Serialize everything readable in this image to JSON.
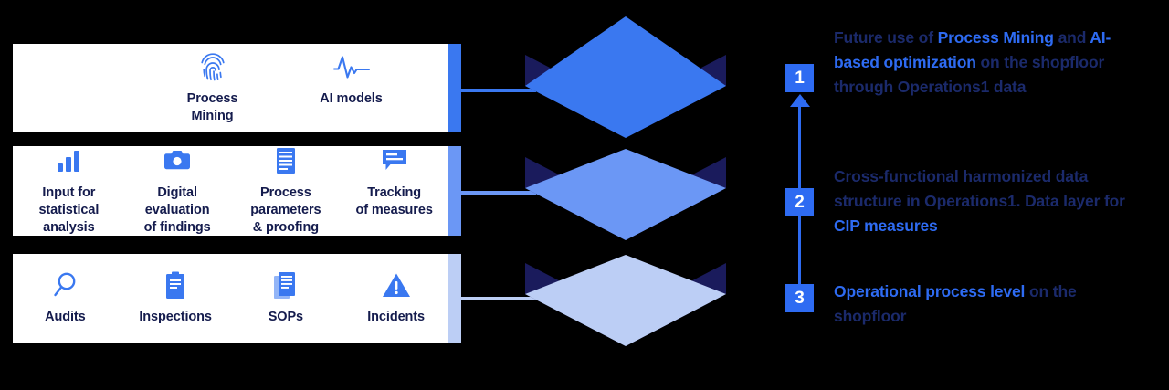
{
  "background_color": "#000000",
  "palette": {
    "accent_blue": "#2E6BF2",
    "layer_top": "#3A78F0",
    "layer_mid": "#6B97F5",
    "layer_bottom": "#BCCEF5",
    "layer_side_dark": "#1A1B5C",
    "card_bg": "#FFFFFF",
    "text_navy": "#1B2A6B",
    "badge_text": "#FFFFFF"
  },
  "cards": [
    {
      "id": "card-process-intelligence",
      "accent_color": "#3A78F0",
      "tiles": [
        {
          "icon": "fingerprint-icon",
          "label": "Process\nMining",
          "label_line1": "Process",
          "label_line2": "Mining"
        },
        {
          "icon": "pulse-waveform-icon",
          "label": "AI models",
          "label_line1": "AI models",
          "label_line2": ""
        }
      ]
    },
    {
      "id": "card-data-layer",
      "accent_color": "#6B97F5",
      "tiles": [
        {
          "icon": "bar-chart-icon",
          "label_line1": "Input for",
          "label_line2": "statistical",
          "label_line3": "analysis"
        },
        {
          "icon": "camera-icon",
          "label_line1": "Digital",
          "label_line2": "evaluation",
          "label_line3": "of findings"
        },
        {
          "icon": "document-lines-icon",
          "label_line1": "Process",
          "label_line2": "parameters",
          "label_line3": "& proofing"
        },
        {
          "icon": "speech-bubble-icon",
          "label_line1": "Tracking",
          "label_line2": "of measures",
          "label_line3": ""
        }
      ]
    },
    {
      "id": "card-operational-process",
      "accent_color": "#BCCEF5",
      "tiles": [
        {
          "icon": "magnifier-icon",
          "label_line1": "Audits",
          "label_line2": "",
          "label_line3": ""
        },
        {
          "icon": "clipboard-icon",
          "label_line1": "Inspections",
          "label_line2": "",
          "label_line3": ""
        },
        {
          "icon": "documents-stack-icon",
          "label_line1": "SOPs",
          "label_line2": "",
          "label_line3": ""
        },
        {
          "icon": "warning-triangle-icon",
          "label_line1": "Incidents",
          "label_line2": "",
          "label_line3": ""
        }
      ]
    }
  ],
  "layers": [
    {
      "name": "layer-1-top",
      "top_color": "#3A78F0",
      "side_color": "#1A1B5C"
    },
    {
      "name": "layer-2-middle",
      "top_color": "#6B97F5",
      "side_color": "#1A1B5C"
    },
    {
      "name": "layer-3-bottom",
      "top_color": "#BCCEF5",
      "side_color": "#1A1B5C"
    }
  ],
  "legend": [
    {
      "number": "1",
      "parts": [
        {
          "text": "Future use of ",
          "highlight": false
        },
        {
          "text": "Process Mining",
          "highlight": true
        },
        {
          "text": " and ",
          "highlight": false
        },
        {
          "text": "AI-based optimization",
          "highlight": true
        },
        {
          "text": " on the shopfloor through Operations1 data",
          "highlight": false
        }
      ],
      "full_text": "Future use of Process Mining and AI-based optimization on the shopfloor through Operations1 data"
    },
    {
      "number": "2",
      "parts": [
        {
          "text": "Cross-functional harmonized data structure in Operations1. Data layer for ",
          "highlight": false
        },
        {
          "text": "CIP measures",
          "highlight": true
        }
      ],
      "full_text": "Cross-functional harmonized data structure in Operations1. Data layer for CIP measures"
    },
    {
      "number": "3",
      "parts": [
        {
          "text": "Operational process level",
          "highlight": true
        },
        {
          "text": " on the shopfloor",
          "highlight": false
        }
      ],
      "full_text": "Operational process level on the shopfloor"
    }
  ],
  "arrow": {
    "name": "upward-progression-arrow",
    "direction": "up",
    "color": "#2E6BF2"
  }
}
